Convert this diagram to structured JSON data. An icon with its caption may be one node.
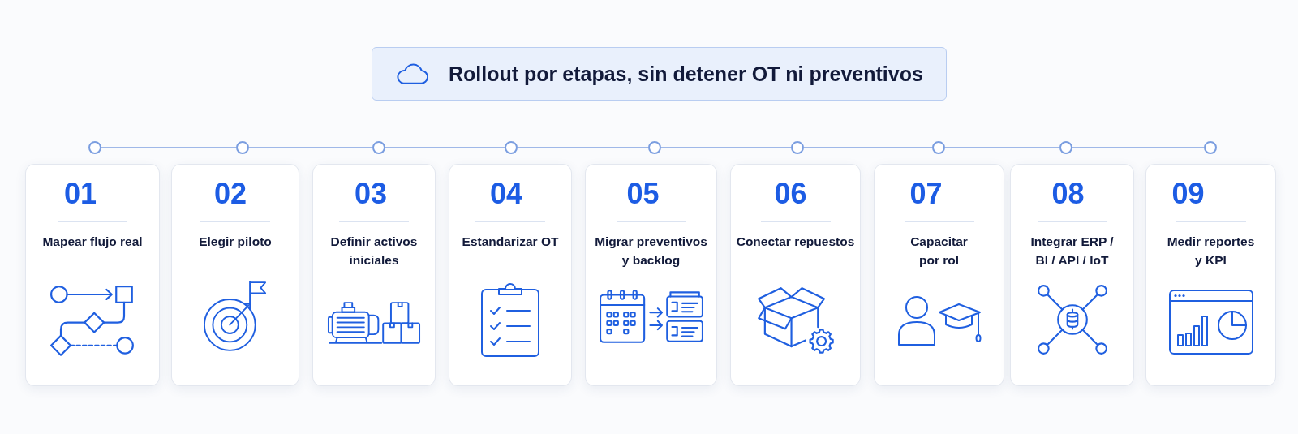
{
  "diagram": {
    "nodes": [
      {
        "text": [
          "Rollout por etapas, sin detener OT ni preventivos"
        ]
      },
      {
        "text": [],
        "shape": "circle"
      },
      {
        "text": [],
        "shape": "circle"
      },
      {
        "text": [],
        "shape": "circle"
      },
      {
        "text": [],
        "shape": "circle"
      },
      {
        "text": [],
        "shape": "circle"
      },
      {
        "text": [],
        "shape": "circle"
      },
      {
        "text": [],
        "shape": "circle"
      },
      {
        "text": [],
        "shape": "circle"
      },
      {
        "text": [],
        "shape": "circle"
      },
      {
        "text": [
          "01",
          "Mapear flujo real"
        ]
      },
      {
        "text": [
          "02",
          "Elegir piloto"
        ]
      },
      {
        "text": [
          "03",
          "Definir activos iniciales"
        ]
      },
      {
        "text": [
          "04",
          "Estandarizar OT"
        ]
      },
      {
        "text": [
          "05",
          "Migrar preventivos y backlog"
        ]
      },
      {
        "text": [
          "06",
          "Conectar repuestos"
        ]
      },
      {
        "text": [
          "07",
          "Capacitar por rol"
        ]
      },
      {
        "text": [
          "08",
          "Integrar ERP / BI / API / IoT"
        ]
      },
      {
        "text": [
          "09",
          "Medir reportes y KPI"
        ]
      }
    ],
    "edges": [
      {
        "from": 1,
        "to": 2,
        "arrow": "none"
      },
      {
        "from": 2,
        "to": 3,
        "arrow": "none"
      },
      {
        "from": 3,
        "to": 4,
        "arrow": "none"
      },
      {
        "from": 4,
        "to": 5,
        "arrow": "none"
      },
      {
        "from": 5,
        "to": 6,
        "arrow": "none"
      },
      {
        "from": 6,
        "to": 7,
        "arrow": "none"
      },
      {
        "from": 7,
        "to": 8,
        "arrow": "none"
      },
      {
        "from": 8,
        "to": 9,
        "arrow": "none"
      }
    ]
  }
}
